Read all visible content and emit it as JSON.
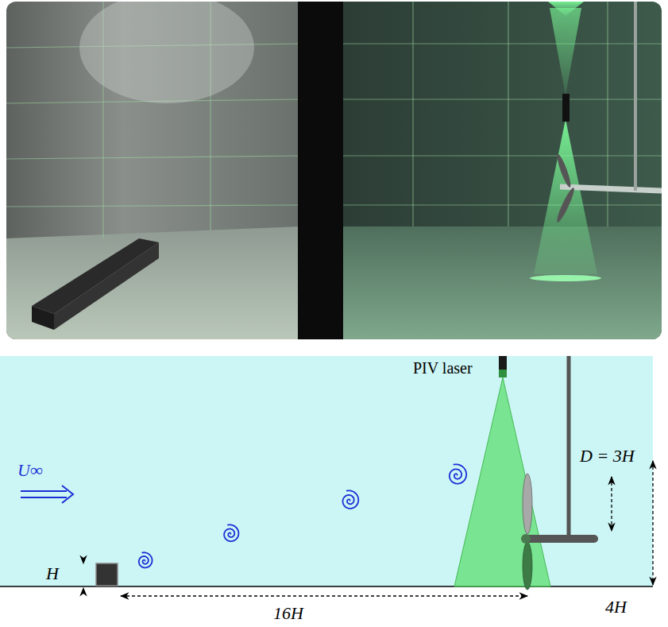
{
  "diagram": {
    "labels": [
      "PIV laser",
      "D = 3H",
      "U∞",
      "H",
      "16H",
      "4H"
    ]
  }
}
